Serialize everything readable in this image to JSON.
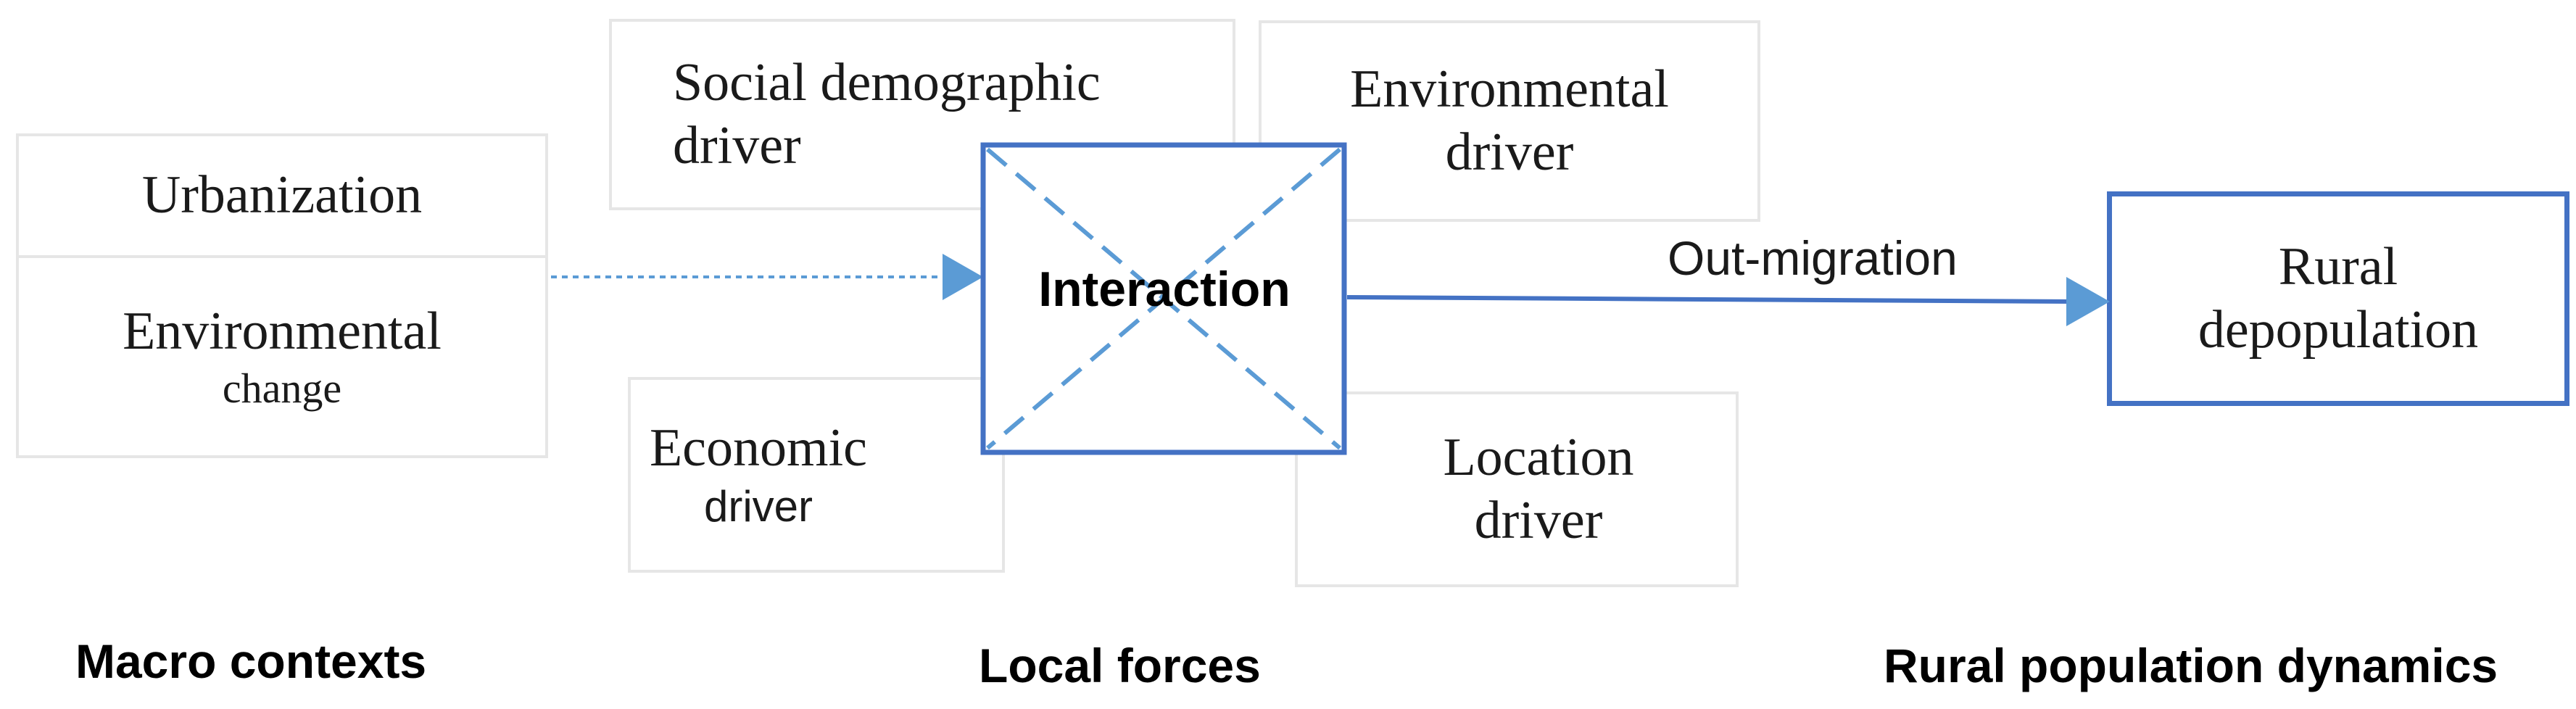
{
  "macro": {
    "urbanization": "Urbanization",
    "environmental_change_line1": "Environmental",
    "environmental_change_line2": "change"
  },
  "local": {
    "social_line1": "Social demographic",
    "social_line2": "driver",
    "environmental_line1": "Environmental",
    "environmental_line2": "driver",
    "economic_line1": "Economic",
    "economic_line2": "driver",
    "location_line1": "Location",
    "location_line2": "driver",
    "interaction": "Interaction"
  },
  "flow": {
    "out_migration": "Out-migration"
  },
  "outcome": {
    "line1": "Rural",
    "line2": "depopulation"
  },
  "sections": {
    "macro_contexts": "Macro contexts",
    "local_forces": "Local forces",
    "rural_population_dynamics": "Rural population dynamics"
  },
  "colors": {
    "accent": "#4472c4",
    "dashed_accent": "#5b9bd5",
    "box_border": "#e6e6e6"
  }
}
